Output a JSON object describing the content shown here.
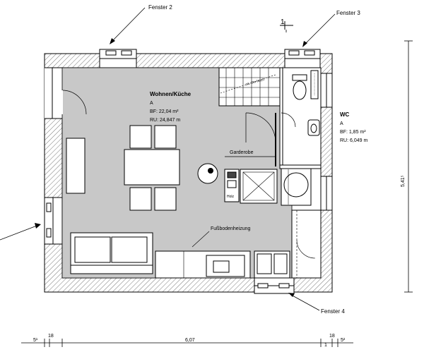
{
  "labels": {
    "fenster2": "Fenster 2",
    "fenster3": "Fenster 3",
    "fenster4": "Fenster 4",
    "section_mark": "1",
    "garderobe": "Garderobe",
    "fussbodenheizung": "Fußbodenheizung",
    "holz": "Holz",
    "stair_note": "ca. 2m hoch"
  },
  "rooms": {
    "wohnen": {
      "name": "Wohnen/Küche",
      "code": "A",
      "bf": "BF:  22,04 m²",
      "ru": "RU:  24,847 m"
    },
    "wc": {
      "name": "WC",
      "code": "A",
      "bf": "BF:  1,85 m²",
      "ru": "RU: 6,049 m"
    }
  },
  "dimensions": {
    "bottom": {
      "left_outer": "5¹",
      "left_wall": "18",
      "inner": "6,07",
      "right_wall": "18",
      "right_mark_1": "1",
      "right_outer": "5²"
    },
    "right": {
      "height": "5,41⁵"
    }
  }
}
